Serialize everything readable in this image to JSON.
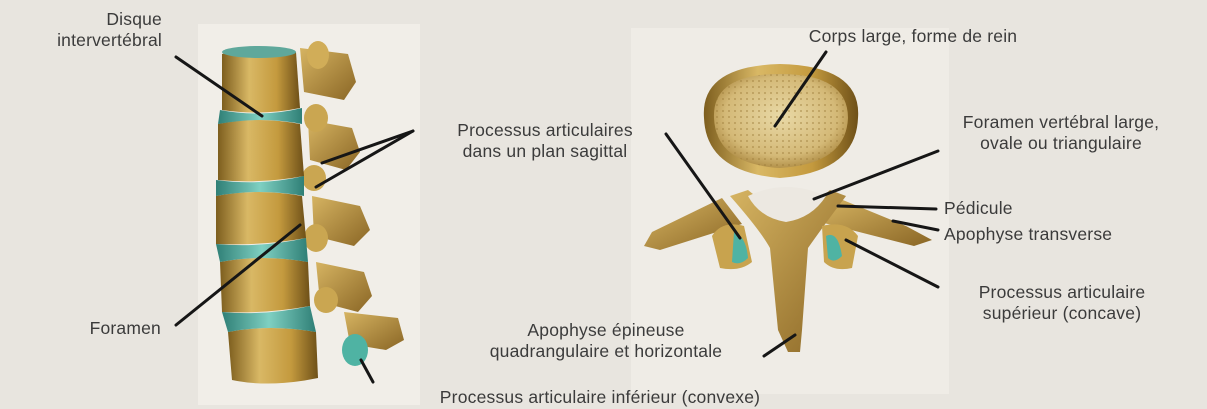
{
  "labels": {
    "disque": [
      "Disque",
      "intervertébral"
    ],
    "processus_articulaires": [
      "Processus articulaires",
      "dans un plan sagittal"
    ],
    "foramen": "Foramen",
    "corps": "Corps large, forme de rein",
    "foramen_vertebral": [
      "Foramen vertébral large,",
      "ovale ou triangulaire"
    ],
    "pedicule": "Pédicule",
    "apophyse_transverse": "Apophyse transverse",
    "processus_superieur": [
      "Processus articulaire",
      "supérieur (concave)"
    ],
    "apophyse_epineuse": [
      "Apophyse épineuse",
      "quadrangulaire et horizontale"
    ],
    "processus_inferieur": "Processus articulaire inférieur (convexe)"
  },
  "colors": {
    "background": "#e8e5df",
    "bone": "#c9a64a",
    "bone_shadow": "#8a6a24",
    "disc": "#5bb3a4",
    "leader": "#161616",
    "text": "#3b3b3b"
  }
}
